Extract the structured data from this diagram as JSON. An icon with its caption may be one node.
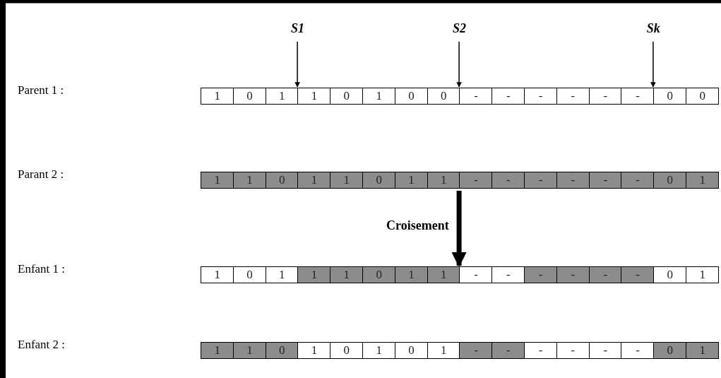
{
  "diagram": {
    "nodes": [
      {
        "text": [
          "S1"
        ]
      },
      {
        "text": [
          "S2"
        ]
      },
      {
        "text": [
          "Sk"
        ]
      },
      {
        "text": [
          "1"
        ]
      },
      {
        "text": [
          "0"
        ]
      },
      {
        "text": [
          "1"
        ]
      },
      {
        "text": [
          "1"
        ]
      },
      {
        "text": [
          "0"
        ]
      },
      {
        "text": [
          "1"
        ]
      },
      {
        "text": [
          "0"
        ]
      },
      {
        "text": [
          "0"
        ]
      },
      {
        "text": [
          "-"
        ]
      },
      {
        "text": [
          "-"
        ]
      },
      {
        "text": [
          "-"
        ]
      },
      {
        "text": [
          "-"
        ]
      },
      {
        "text": [
          "-"
        ]
      },
      {
        "text": [
          "-"
        ]
      },
      {
        "text": [
          "0"
        ]
      },
      {
        "text": [
          "0"
        ]
      },
      {
        "text": [
          "1"
        ]
      },
      {
        "text": [
          "1"
        ]
      },
      {
        "text": [
          "0"
        ]
      },
      {
        "text": [
          "1"
        ]
      },
      {
        "text": [
          "1"
        ]
      },
      {
        "text": [
          "0"
        ]
      },
      {
        "text": [
          "1"
        ]
      },
      {
        "text": [
          "1"
        ]
      },
      {
        "text": [
          "-"
        ]
      },
      {
        "text": [
          "-"
        ]
      },
      {
        "text": [
          "-"
        ]
      },
      {
        "text": [
          "-"
        ]
      },
      {
        "text": [
          "-"
        ]
      },
      {
        "text": [
          "-"
        ]
      },
      {
        "text": [
          "0"
        ]
      },
      {
        "text": [
          "1"
        ]
      },
      {
        "text": [
          "1"
        ]
      },
      {
        "text": [
          "0"
        ]
      },
      {
        "text": [
          "1"
        ]
      },
      {
        "text": [
          "1"
        ]
      },
      {
        "text": [
          "1"
        ]
      },
      {
        "text": [
          "0"
        ]
      },
      {
        "text": [
          "1"
        ]
      },
      {
        "text": [
          "1"
        ]
      },
      {
        "text": [
          "-"
        ]
      },
      {
        "text": [
          "-"
        ]
      },
      {
        "text": [
          "-"
        ]
      },
      {
        "text": [
          "-"
        ]
      },
      {
        "text": [
          "-"
        ]
      },
      {
        "text": [
          "-"
        ]
      },
      {
        "text": [
          "0"
        ]
      },
      {
        "text": [
          "1"
        ]
      },
      {
        "text": [
          "1"
        ]
      },
      {
        "text": [
          "1"
        ]
      },
      {
        "text": [
          "0"
        ]
      },
      {
        "text": [
          "1"
        ]
      },
      {
        "text": [
          "0"
        ]
      },
      {
        "text": [
          "1"
        ]
      },
      {
        "text": [
          "0"
        ]
      },
      {
        "text": [
          "1"
        ]
      },
      {
        "text": [
          "-"
        ]
      },
      {
        "text": [
          "-"
        ]
      },
      {
        "text": [
          "-"
        ]
      },
      {
        "text": [
          "-"
        ]
      },
      {
        "text": [
          "-"
        ]
      },
      {
        "text": [
          "-"
        ]
      },
      {
        "text": [
          "0"
        ]
      },
      {
        "text": [
          "1"
        ]
      }
    ],
    "edges": [
      {
        "from": 0,
        "to": 5,
        "arrow": "to"
      },
      {
        "from": 1,
        "to": 10,
        "arrow": "to"
      },
      {
        "from": 2,
        "to": 16,
        "arrow": "to"
      },
      {
        "from": 27,
        "to": 42,
        "arrow": "to",
        "label": "Croisement",
        "style": "thick"
      }
    ],
    "labels": [
      "Parent 1 :",
      "Parant 2 :",
      "Enfant 1 :",
      "Enfant 2 :"
    ]
  }
}
